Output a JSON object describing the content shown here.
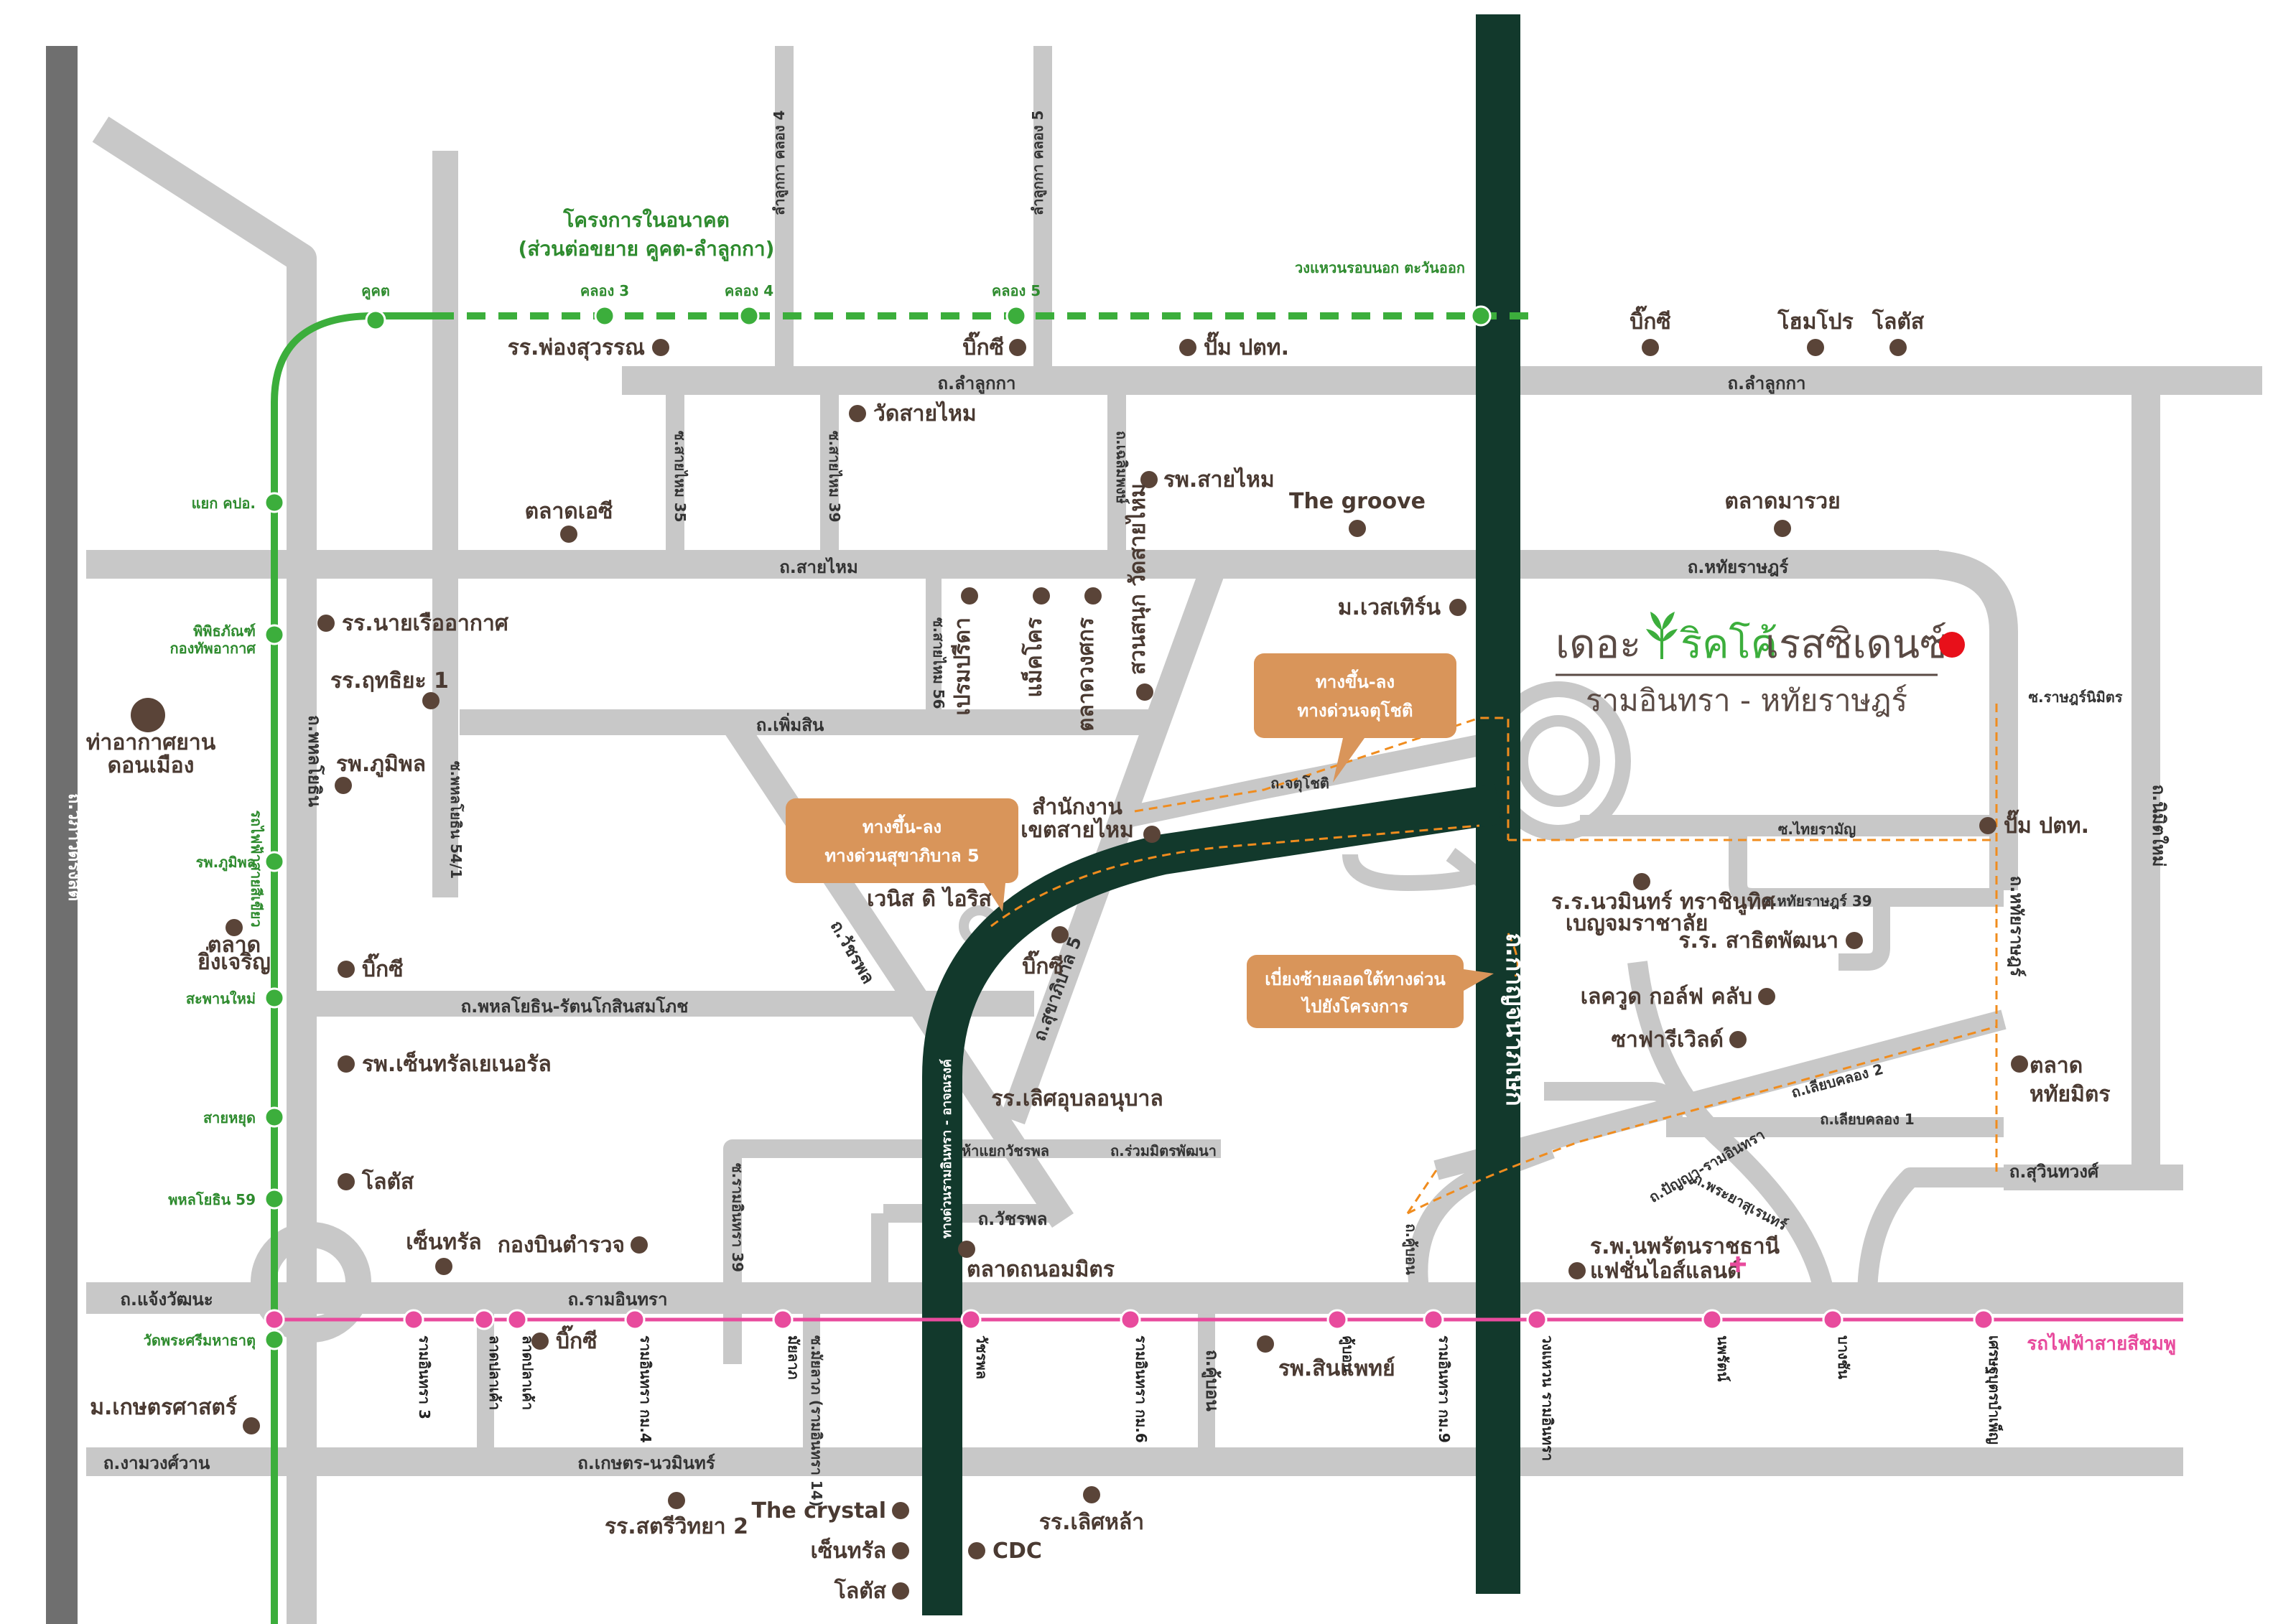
{
  "colors": {
    "road": "#c8c8c8",
    "road_dark": "#6f6f6f",
    "expressway": "#12392c",
    "green_line": "#3cae3c",
    "pink_line": "#e84b9d",
    "route": "#f08c1e",
    "callout": "#d9955a",
    "landmark": "#5a4438",
    "project": "#e8101a"
  },
  "project": {
    "name_prefix": "เดอะ",
    "name_brand": "ริคโค้",
    "name_suffix": "เรสซิเดนซ์",
    "location": "รามอินทรา - หทัยราษฎร์",
    "leaf_icon": "leaf-icon"
  },
  "future_project": {
    "line1": "โครงการในอนาคต",
    "line2": "(ส่วนต่อขยาย คูคต-ลำลูกกา)"
  },
  "callouts": {
    "sukhaphiban": [
      "ทางขึ้น-ลง",
      "ทางด่วนสุขาภิบาล 5"
    ],
    "chatuchot": [
      "ทางขึ้น-ลง",
      "ทางด่วนจตุโชติ"
    ],
    "turn_left": [
      "เบี่ยงซ้ายลอดใต้ทางด่วน",
      "ไปยังโครงการ"
    ]
  },
  "roads": {
    "lam_luk_ka_1": "ถ.ลำลูกกา",
    "lam_luk_ka_2": "ถ.ลำลูกกา",
    "sai_mai": "ถ.สายไหม",
    "hathai_rat": "ถ.หทัยราษฎร์",
    "phoem_sin": "ถ.เพิ่มสิน",
    "phahon_rattana": "ถ.พหลโยธิน-รัตนโกสินสมโภช",
    "chaeng_watthana": "ถ.แจ้งวัฒนะ",
    "ram_inthra": "ถ.รามอินทรา",
    "kaset_nawamin": "ถ.เกษตร-นวมินทร์",
    "ngam_wong_wan": "ถ.งามวงศ์วาน",
    "vibhavadi": "ถ.วิภาวดีรังสิต",
    "phahonyothin": "ถ.พหลโยธิน",
    "watcharaphon": "ถ.วัชรพล",
    "watcharaphon_2": "ถ.วัชรพล",
    "sukhaphiban5": "ถ.สุขาภิบาล 5",
    "kanchanaphisek": "ถ.กาญจนาภิเษก",
    "hathai_rat_v": "ถ.หทัยราษฎร์",
    "nimit_mai": "ถ.นิมิตใหม่",
    "chatuchot": "ถ.จตุโชติ",
    "thai_raman": "ซ.ไทยรามัญ",
    "hathai_rat_39": "ซ.หทัยราษฎร์ 39",
    "rat_nimit": "ซ.ราษฎร์นิมิตร",
    "liap_khlong_2": "ถ.เลียบคลอง 2",
    "liap_khlong_1": "ถ.เลียบคลอง 1",
    "suwinthawong": "ถ.สุวินทวงศ์",
    "panya_ram": "ถ.ปัญญา-รามอินทรา",
    "phraya_suren": "ถ.พระยาสุเรนทร์",
    "khu_bon": "ถ.คู้บอน",
    "ruam_mit": "ถ.ร่วมมิตรพัฒนา",
    "hayaek_watcharaphon": "ห้าแยกวัชรพล",
    "express_ram": "ทางด่วนรามอินทรา - อาจณรงค์",
    "sai_mai_35": "ซ.สายไหม 35",
    "sai_mai_39": "ซ.สายไหม 39",
    "sai_mai_56": "ซ.สายไหม 56",
    "phahon_54": "ซ.พหลโยธิน 54/1",
    "ram_39": "ซ.รามอินทรา 39",
    "ram_14": "ซ.มัยลาภ (รามอินทรา 14)",
    "khlong_4_road": "ลำลูกกา คลอง 4",
    "khlong_5_road": "ลำลูกกา คลอง 5",
    "choem_phong": "ถ.เฉลิมพงษ์",
    "wongwaen": "วงแหวนรอบนอก ตะวันออก"
  },
  "green_stations": [
    {
      "label": "คูคต"
    },
    {
      "label": "คลอง 3"
    },
    {
      "label": "คลอง 4"
    },
    {
      "label": "คลอง 5"
    },
    {
      "label": "แยก คปอ."
    },
    {
      "label": "พิพิธภัณฑ์"
    },
    {
      "label": "กองทัพอากาศ"
    },
    {
      "label": "รพ.ภูมิพล"
    },
    {
      "label": "สะพานใหม่"
    },
    {
      "label": "สายหยุด"
    },
    {
      "label": "พหลโยธิน 59"
    },
    {
      "label": "วัดพระศรีมหาธาตุ"
    }
  ],
  "green_line_label": "รถไฟฟ้าสายสีเขียว",
  "pink_line_label": "รถไฟฟ้าสายสีชมพู",
  "pink_stations": [
    {
      "label": "รามอินทรา 3"
    },
    {
      "label": "ลาดปลาเค้า"
    },
    {
      "label": "ลาดปลาเค้า"
    },
    {
      "label": "รามอินทรา กม.4"
    },
    {
      "label": "มัยลาภ"
    },
    {
      "label": "วัชรพล"
    },
    {
      "label": "รามอินทรา กม.6"
    },
    {
      "label": "คู้บอน"
    },
    {
      "label": "รามอินทรา กม.9"
    },
    {
      "label": "วงแหวน รามอินทรา"
    },
    {
      "label": "นพรัตน์"
    },
    {
      "label": "บางชัน"
    },
    {
      "label": "เศรษฐบุตรบำเพ็ญ"
    }
  ],
  "landmarks": [
    {
      "label": "รร.พ่องสุวรรณ"
    },
    {
      "label": "บิ๊กซี"
    },
    {
      "label": "ปั๊ม ปตท."
    },
    {
      "label": "บิ๊กซี"
    },
    {
      "label": "โฮมโปร"
    },
    {
      "label": "โลตัส"
    },
    {
      "label": "วัดสายไหม"
    },
    {
      "label": "รพ.สายไหม"
    },
    {
      "label": "ตลาดเอซี"
    },
    {
      "label": "The groove"
    },
    {
      "label": "ตลาดมารวย"
    },
    {
      "label": "รร.นายเรืออากาศ"
    },
    {
      "label": "รร.ฤทธิยะ 1"
    },
    {
      "label": "ท่าอากาศยาน"
    },
    {
      "label": "ดอนเมือง"
    },
    {
      "label": "รพ.ภูมิพล"
    },
    {
      "label": "ม.เวสเทิร์น"
    },
    {
      "label": "สำนักงาน"
    },
    {
      "label": "เขตสายไหม"
    },
    {
      "label": "เวนิส ดิ ไอริส"
    },
    {
      "label": "บิ๊กซี"
    },
    {
      "label": "ตลาด"
    },
    {
      "label": "ยิ่งเจริญ"
    },
    {
      "label": "บิ๊กซี"
    },
    {
      "label": "รพ.เซ็นทรัลเยเนอรัล"
    },
    {
      "label": "โลตัส"
    },
    {
      "label": "เซ็นทรัล"
    },
    {
      "label": "กองบินตำรวจ"
    },
    {
      "label": "รร.เลิศอุบลอนุบาล"
    },
    {
      "label": "ตลาดถนอมมิตร"
    },
    {
      "label": "บิ๊กซี"
    },
    {
      "label": "ม.เกษตรศาสตร์"
    },
    {
      "label": "รพ.สินแพทย์"
    },
    {
      "label": "ร.ร.นวมินทร์ ทราชินูทิศ"
    },
    {
      "label": "เบญจมราชาลัย"
    },
    {
      "label": "ร.ร. สาธิตพัฒนา"
    },
    {
      "label": "เลควูด กอล์ฟ คลับ"
    },
    {
      "label": "ซาฟารีเวิลด์"
    },
    {
      "label": "ปั๊ม ปตท."
    },
    {
      "label": "ตลาด"
    },
    {
      "label": "หทัยมิตร"
    },
    {
      "label": "ร.พ.นพรัตนราชธานี"
    },
    {
      "label": "แฟชั่นไอส์แลนด์"
    },
    {
      "label": "The crystal"
    },
    {
      "label": "เซ็นทรัล"
    },
    {
      "label": "โลตัส"
    },
    {
      "label": "CDC"
    },
    {
      "label": "รร.สตรีวิทยา 2"
    },
    {
      "label": "รร.เลิศหล้า"
    },
    {
      "label": "เปรมปรีดา"
    },
    {
      "label": "แม็คโคร"
    },
    {
      "label": "ตลาดวงศกร"
    },
    {
      "label": "สวนสนุก วัดสายไหม"
    }
  ]
}
